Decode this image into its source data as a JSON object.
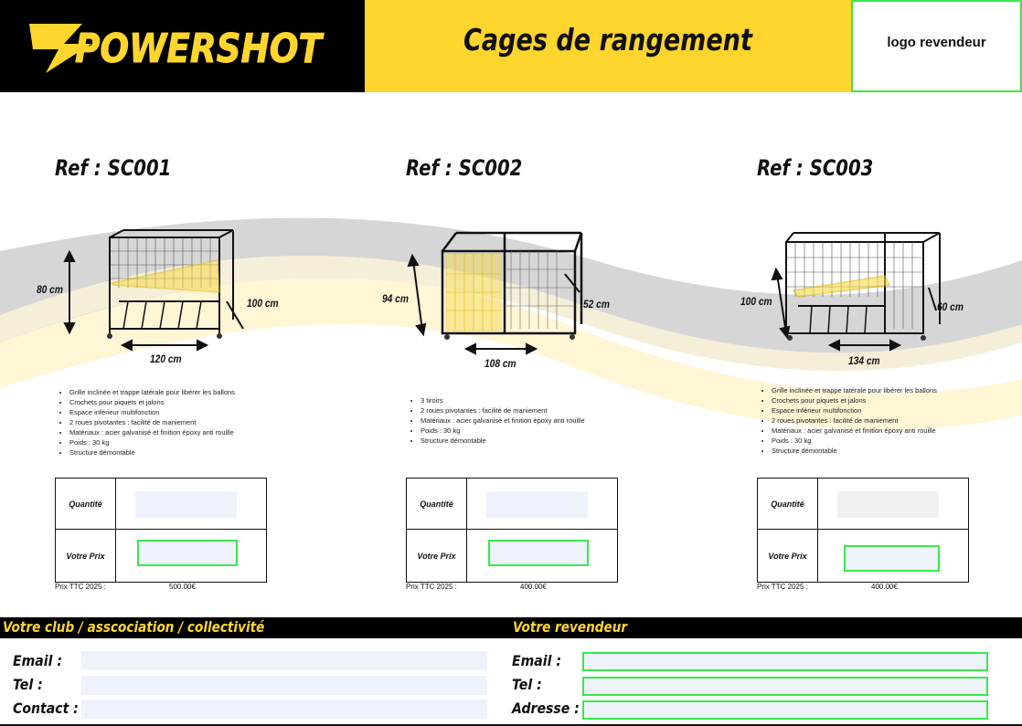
{
  "header": {
    "brand": "POWERSHOT",
    "title": "Cages de rangement",
    "reseller_logo": "logo revendeur"
  },
  "products": [
    {
      "ref": "Ref : SC001",
      "dims": {
        "height": "80 cm",
        "width": "120 cm",
        "depth": "100 cm"
      },
      "features": [
        "Grille inclinée et trappe latérale pour libérer les ballons",
        "Crochets pour piquets et jalons",
        "Espace inférieur multifonction",
        "2 roues pivotantes : facilité de maniement",
        "Matériaux : acier galvanisé et finition époxy anti rouille",
        "Poids : 30 kg",
        "Structure démontable"
      ],
      "quantity_label": "Quantité",
      "price_label": "Votre Prix",
      "price_ttc_label": "Prix TTC 2025 :",
      "price_ttc": "500.00€"
    },
    {
      "ref": "Ref : SC002",
      "dims": {
        "height": "94 cm",
        "width": "108 cm",
        "depth": "52 cm"
      },
      "features": [
        "3 tiroirs",
        "2 roues pivotantes : facilité de maniement",
        "Matériaux : acier galvanisé et finition époxy anti rouille",
        "Poids : 30 kg",
        "Structure démontable"
      ],
      "quantity_label": "Quantité",
      "price_label": "Votre Prix",
      "price_ttc_label": "Prix TTC 2025 :",
      "price_ttc": "400.00€"
    },
    {
      "ref": "Ref : SC003",
      "dims": {
        "height": "100 cm",
        "width": "134 cm",
        "depth": "60 cm"
      },
      "features": [
        "Grille inclinée et trappe latérale pour libérer les ballons",
        "Crochets pour piquets et jalons",
        "Espace inférieur multifonction",
        "2 roues pivotantes : facilité de maniement",
        "Matériaux : acier galvanisé et finition époxy anti rouille",
        "Poids : 30 kg",
        "Structure démontable"
      ],
      "quantity_label": "Quantité",
      "price_label": "Votre Prix",
      "price_ttc_label": "Prix TTC 2025 :",
      "price_ttc": "400.00€"
    }
  ],
  "club": {
    "title": "Votre club / asscociation / collectivité",
    "email_label": "Email :",
    "tel_label": "Tel :",
    "contact_label": "Contact :"
  },
  "reseller": {
    "title": "Votre revendeur",
    "email_label": "Email :",
    "tel_label": "Tel :",
    "address_label": "Adresse :"
  },
  "colors": {
    "brand_yellow": "#FFD52E",
    "input_green": "#39e84a",
    "field_fill": "#eef2fb"
  }
}
